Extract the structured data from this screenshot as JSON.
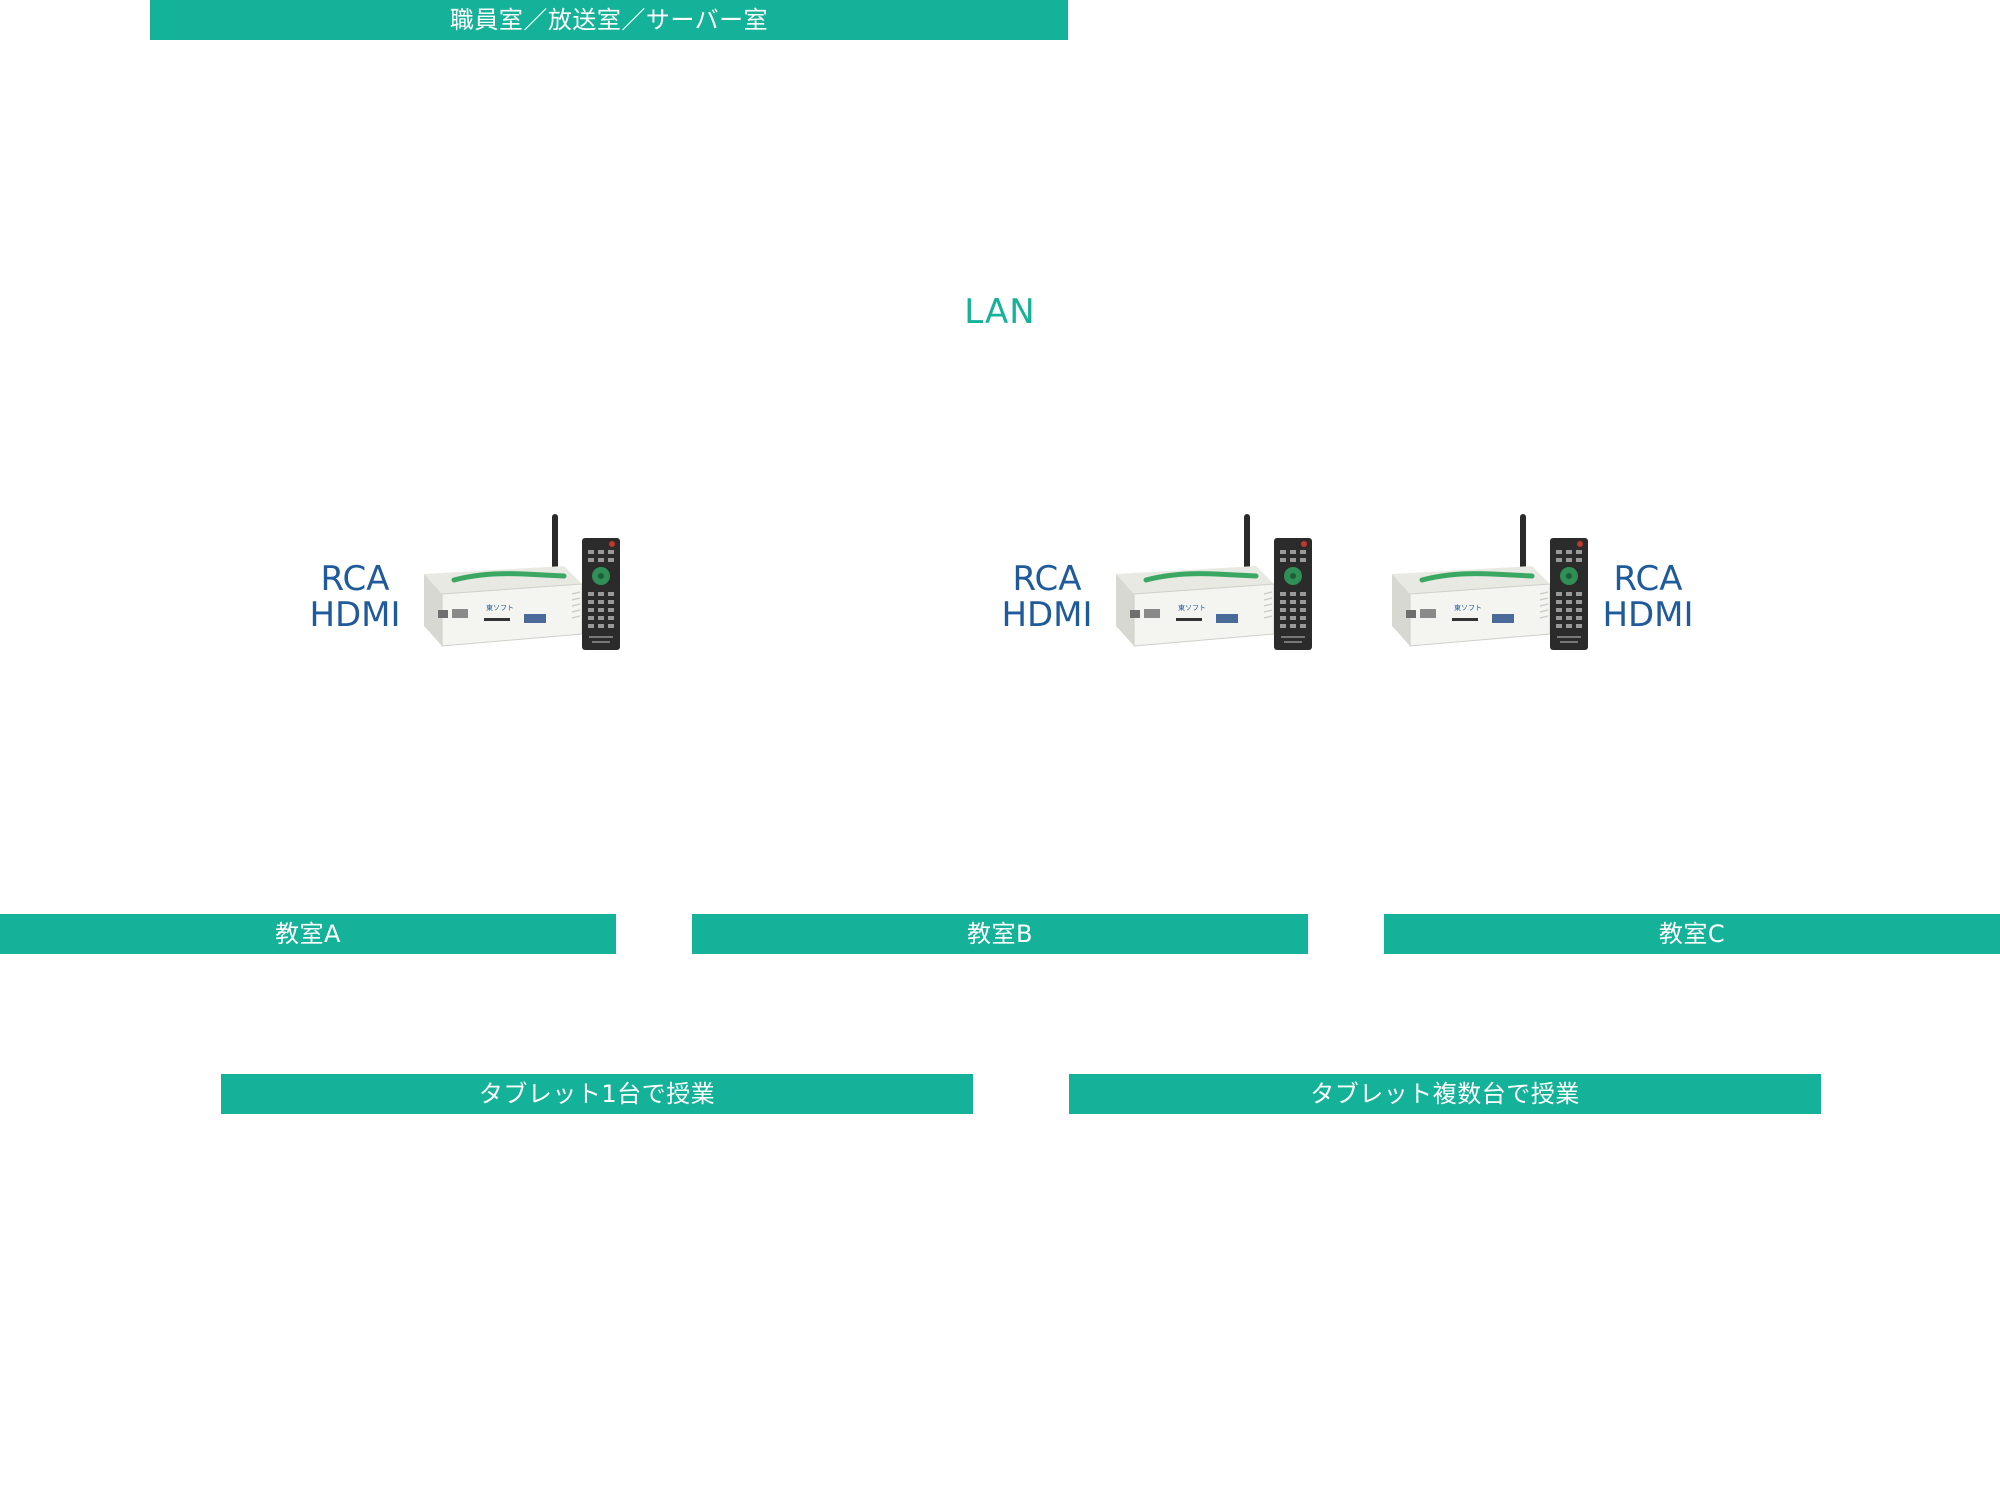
{
  "header": {
    "location_label": "職員室／放送室／サーバー室"
  },
  "network": {
    "lan_label": "LAN"
  },
  "classrooms": [
    {
      "label": "教室A",
      "ports": [
        "RCA",
        "HDMI"
      ]
    },
    {
      "label": "教室B",
      "ports": [
        "RCA",
        "HDMI"
      ]
    },
    {
      "label": "教室C",
      "ports": [
        "RCA",
        "HDMI"
      ]
    }
  ],
  "usage": {
    "single": "タブレット1台で授業",
    "multiple": "タブレット複数台で授業"
  },
  "device": {
    "icon": "receiver-box-with-remote-icon",
    "brand_text": "東ソフト"
  },
  "colors": {
    "accent": "#15b29a",
    "port_text": "#1f5b9a",
    "bar_text": "#ffffff"
  }
}
